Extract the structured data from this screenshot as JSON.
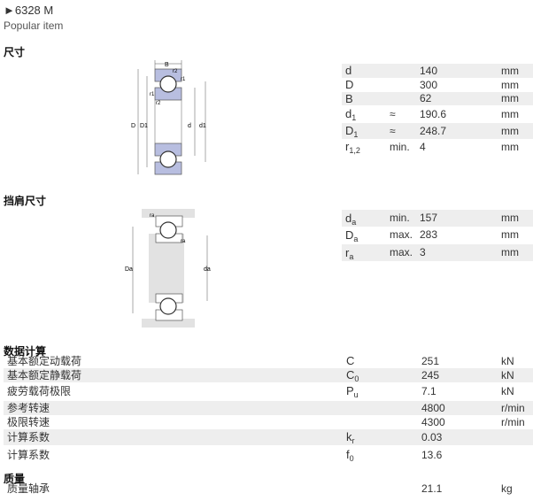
{
  "title": "►6328 M",
  "subtitle": "Popular item",
  "sections": {
    "dimensions": "尺寸",
    "abutment": "挡肩尺寸",
    "calc": "数据计算",
    "mass": "质量"
  },
  "dimensions": [
    {
      "sym": "d",
      "sub": "",
      "q": "",
      "val": "140",
      "unit": "mm"
    },
    {
      "sym": "D",
      "sub": "",
      "q": "",
      "val": "300",
      "unit": "mm"
    },
    {
      "sym": "B",
      "sub": "",
      "q": "",
      "val": "62",
      "unit": "mm"
    },
    {
      "sym": "d",
      "sub": "1",
      "q": "≈",
      "val": "190.6",
      "unit": "mm"
    },
    {
      "sym": "D",
      "sub": "1",
      "q": "≈",
      "val": "248.7",
      "unit": "mm"
    },
    {
      "sym": "r",
      "sub": "1,2",
      "q": "min.",
      "val": "4",
      "unit": "mm"
    }
  ],
  "abutment": [
    {
      "sym": "d",
      "sub": "a",
      "q": "min.",
      "val": "157",
      "unit": "mm"
    },
    {
      "sym": "D",
      "sub": "a",
      "q": "max.",
      "val": "283",
      "unit": "mm"
    },
    {
      "sym": "r",
      "sub": "a",
      "q": "max.",
      "val": "3",
      "unit": "mm"
    }
  ],
  "calc": [
    {
      "label": "基本额定动载荷",
      "sym": "C",
      "sub": "",
      "val": "251",
      "unit": "kN"
    },
    {
      "label": "基本额定静载荷",
      "sym": "C",
      "sub": "0",
      "val": "245",
      "unit": "kN"
    },
    {
      "label": "疲劳载荷极限",
      "sym": "P",
      "sub": "u",
      "val": "7.1",
      "unit": "kN"
    },
    {
      "label": "参考转速",
      "sym": "",
      "sub": "",
      "val": "4800",
      "unit": "r/min"
    },
    {
      "label": "极限转速",
      "sym": "",
      "sub": "",
      "val": "4300",
      "unit": "r/min"
    },
    {
      "label": "计算系数",
      "sym": "k",
      "sub": "r",
      "val": "0.03",
      "unit": ""
    },
    {
      "label": "计算系数",
      "sym": "f",
      "sub": "0",
      "val": "13.6",
      "unit": ""
    }
  ],
  "mass": [
    {
      "label": "质量轴承",
      "val": "21.1",
      "unit": "kg"
    }
  ],
  "diagram1_labels": {
    "B": "B",
    "r2a": "r2",
    "r1a": "r1",
    "r1b": "r1",
    "r2b": "r2",
    "D": "D",
    "D1": "D1",
    "d": "d",
    "d1": "d1"
  },
  "diagram2_labels": {
    "ra1": "ra",
    "ra2": "ra",
    "Da": "Da",
    "da": "da"
  },
  "colors": {
    "shade": "#eeeeee",
    "ring": "#b8bee0",
    "ball": "#ffffff",
    "shoulder": "#e2e2e2"
  }
}
